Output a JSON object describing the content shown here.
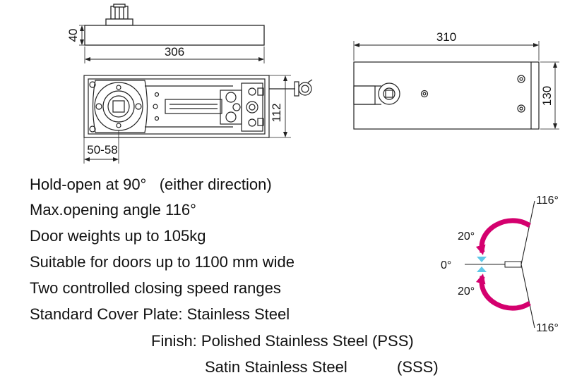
{
  "dimensions": {
    "side_height": "40",
    "side_length": "306",
    "top_width": "112",
    "top_offset": "50-58",
    "plate_length": "310",
    "plate_width": "130"
  },
  "angle_diagram": {
    "top_angle": "116°",
    "bottom_angle": "116°",
    "upper_hold": "20°",
    "lower_hold": "20°",
    "zero": "0°",
    "arrow_color": "#d4006e",
    "marker_color": "#5fc8e8"
  },
  "specs": {
    "hold_open": "Hold-open at 90°   (either direction)",
    "max_angle": "Max.opening angle 116°",
    "weights": "Door weights up to 105kg",
    "door_width": "Suitable for doors up to 1100 mm wide",
    "speed": "Two controlled closing speed ranges",
    "cover_plate": "Standard Cover Plate: Stainless Steel",
    "finish_label": "Finish: Polished Stainless Steel (PSS)",
    "satin": "Satin Stainless Steel",
    "satin_code": "(SSS)"
  }
}
